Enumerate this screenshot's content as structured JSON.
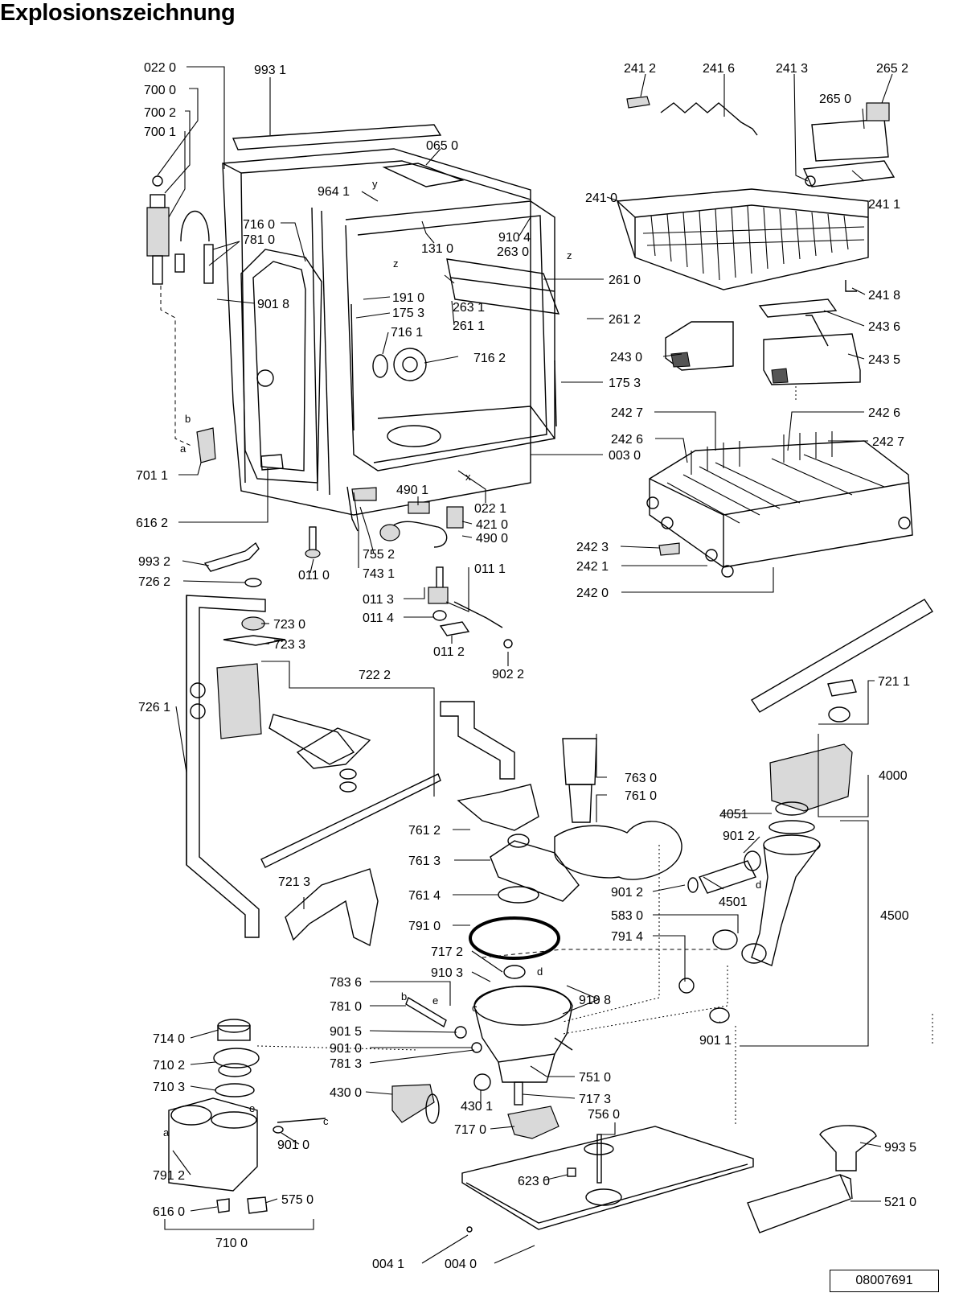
{
  "title": "Explosionszeichnung",
  "document_number": "08007691",
  "parts": [
    {
      "id": "p0220",
      "label": "022 0"
    },
    {
      "id": "p7000",
      "label": "700 0"
    },
    {
      "id": "p7002",
      "label": "700 2"
    },
    {
      "id": "p7001",
      "label": "700 1"
    },
    {
      "id": "p9931",
      "label": "993 1"
    },
    {
      "id": "p0650",
      "label": "065 0"
    },
    {
      "id": "p9641",
      "label": "964 1"
    },
    {
      "id": "p7160",
      "label": "716 0"
    },
    {
      "id": "p7810a",
      "label": "781 0"
    },
    {
      "id": "p1310",
      "label": "131 0"
    },
    {
      "id": "p9104",
      "label": "910 4"
    },
    {
      "id": "p2630",
      "label": "263 0"
    },
    {
      "id": "p9018",
      "label": "901 8"
    },
    {
      "id": "p1910",
      "label": "191 0"
    },
    {
      "id": "p1753a",
      "label": "175 3"
    },
    {
      "id": "p7161",
      "label": "716 1"
    },
    {
      "id": "p2631",
      "label": "263 1"
    },
    {
      "id": "p2611",
      "label": "261 1"
    },
    {
      "id": "p7162",
      "label": "716 2"
    },
    {
      "id": "p2610",
      "label": "261 0"
    },
    {
      "id": "p2612",
      "label": "261 2"
    },
    {
      "id": "p1753b",
      "label": "175 3"
    },
    {
      "id": "p2412",
      "label": "241 2"
    },
    {
      "id": "p2416",
      "label": "241 6"
    },
    {
      "id": "p2413",
      "label": "241 3"
    },
    {
      "id": "p2652",
      "label": "265 2"
    },
    {
      "id": "p2650",
      "label": "265 0"
    },
    {
      "id": "p2410",
      "label": "241 0"
    },
    {
      "id": "p2411",
      "label": "241 1"
    },
    {
      "id": "p2418",
      "label": "241 8"
    },
    {
      "id": "p2436",
      "label": "243 6"
    },
    {
      "id": "p2430",
      "label": "243 0"
    },
    {
      "id": "p2435",
      "label": "243 5"
    },
    {
      "id": "p2427a",
      "label": "242 7"
    },
    {
      "id": "p2426a",
      "label": "242 6"
    },
    {
      "id": "p2426b",
      "label": "242 6"
    },
    {
      "id": "p2427b",
      "label": "242 7"
    },
    {
      "id": "p0030",
      "label": "003 0"
    },
    {
      "id": "p7011",
      "label": "701 1"
    },
    {
      "id": "p6162",
      "label": "616 2"
    },
    {
      "id": "p4901",
      "label": "490 1"
    },
    {
      "id": "p0221",
      "label": "022 1"
    },
    {
      "id": "p4210",
      "label": "421 0"
    },
    {
      "id": "p4900",
      "label": "490 0"
    },
    {
      "id": "p2423",
      "label": "242 3"
    },
    {
      "id": "p2421",
      "label": "242 1"
    },
    {
      "id": "p2420",
      "label": "242 0"
    },
    {
      "id": "p9932",
      "label": "993 2"
    },
    {
      "id": "p7552",
      "label": "755 2"
    },
    {
      "id": "p0110",
      "label": "011 0"
    },
    {
      "id": "p7431",
      "label": "743 1"
    },
    {
      "id": "p7262",
      "label": "726 2"
    },
    {
      "id": "p0111",
      "label": "011 1"
    },
    {
      "id": "p0113",
      "label": "011 3"
    },
    {
      "id": "p0114",
      "label": "011 4"
    },
    {
      "id": "p7230",
      "label": "723 0"
    },
    {
      "id": "p7233",
      "label": "723 3"
    },
    {
      "id": "p0112",
      "label": "011 2"
    },
    {
      "id": "p9022",
      "label": "902 2"
    },
    {
      "id": "p7222",
      "label": "722 2"
    },
    {
      "id": "p7211",
      "label": "721 1"
    },
    {
      "id": "p7261",
      "label": "726 1"
    },
    {
      "id": "p7630",
      "label": "763 0"
    },
    {
      "id": "p7610",
      "label": "761 0"
    },
    {
      "id": "p4000",
      "label": "4000"
    },
    {
      "id": "p4051",
      "label": "4051"
    },
    {
      "id": "p9012a",
      "label": "901 2"
    },
    {
      "id": "p7612",
      "label": "761 2"
    },
    {
      "id": "p7613",
      "label": "761 3"
    },
    {
      "id": "p7213",
      "label": "721 3"
    },
    {
      "id": "p7614",
      "label": "761 4"
    },
    {
      "id": "p9012b",
      "label": "901 2"
    },
    {
      "id": "p4501",
      "label": "4501"
    },
    {
      "id": "p4500",
      "label": "4500"
    },
    {
      "id": "p7910",
      "label": "791 0"
    },
    {
      "id": "p5830",
      "label": "583 0"
    },
    {
      "id": "p7914",
      "label": "791 4"
    },
    {
      "id": "p7172",
      "label": "717 2"
    },
    {
      "id": "p9103",
      "label": "910 3"
    },
    {
      "id": "p7836",
      "label": "783 6"
    },
    {
      "id": "p9108",
      "label": "910 8"
    },
    {
      "id": "p7810b",
      "label": "781 0"
    },
    {
      "id": "p7140",
      "label": "714 0"
    },
    {
      "id": "p9015",
      "label": "901 5"
    },
    {
      "id": "p9010a",
      "label": "901 0"
    },
    {
      "id": "p9011",
      "label": "901 1"
    },
    {
      "id": "p7102",
      "label": "710 2"
    },
    {
      "id": "p7813",
      "label": "781 3"
    },
    {
      "id": "p7510",
      "label": "751 0"
    },
    {
      "id": "p7103",
      "label": "710 3"
    },
    {
      "id": "p4300",
      "label": "430 0"
    },
    {
      "id": "p4301",
      "label": "430 1"
    },
    {
      "id": "p7173",
      "label": "717 3"
    },
    {
      "id": "p7560",
      "label": "756 0"
    },
    {
      "id": "p7170",
      "label": "717 0"
    },
    {
      "id": "p9010b",
      "label": "901 0"
    },
    {
      "id": "p9935",
      "label": "993 5"
    },
    {
      "id": "p7912",
      "label": "791 2"
    },
    {
      "id": "p6230",
      "label": "623 0"
    },
    {
      "id": "p6160",
      "label": "616 0"
    },
    {
      "id": "p5750",
      "label": "575 0"
    },
    {
      "id": "p5210",
      "label": "521 0"
    },
    {
      "id": "p7100",
      "label": "710 0"
    },
    {
      "id": "p0041",
      "label": "004 1"
    },
    {
      "id": "p0040",
      "label": "004 0"
    }
  ],
  "markers": [
    {
      "id": "m_z1",
      "label": "z"
    },
    {
      "id": "m_z2",
      "label": "z"
    },
    {
      "id": "m_y",
      "label": "y"
    },
    {
      "id": "m_b1",
      "label": "b"
    },
    {
      "id": "m_a1",
      "label": "a"
    },
    {
      "id": "m_x",
      "label": "x"
    },
    {
      "id": "m_d1",
      "label": "d"
    },
    {
      "id": "m_d2",
      "label": "d"
    },
    {
      "id": "m_e1",
      "label": "e"
    },
    {
      "id": "m_b2",
      "label": "b"
    },
    {
      "id": "m_c1",
      "label": "c"
    },
    {
      "id": "m_e2",
      "label": "e"
    },
    {
      "id": "m_c2",
      "label": "c"
    },
    {
      "id": "m_a2",
      "label": "a"
    }
  ]
}
